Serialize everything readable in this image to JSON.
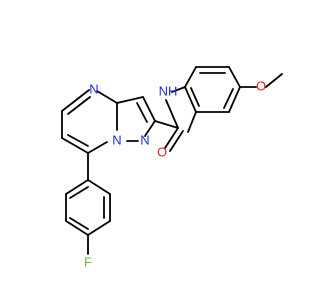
{
  "molecule": {
    "labels": {
      "N_pyrimidine": "N",
      "N_bridge": "N",
      "N_pyrazole": "N",
      "NH": "NH",
      "O_carbonyl": "O",
      "O_methoxy": "O",
      "F": "F"
    },
    "colors": {
      "nitrogen": "#1f2bd6",
      "oxygen": "#e0261b",
      "fluorine": "#78b83b",
      "bond": "#000000"
    }
  }
}
